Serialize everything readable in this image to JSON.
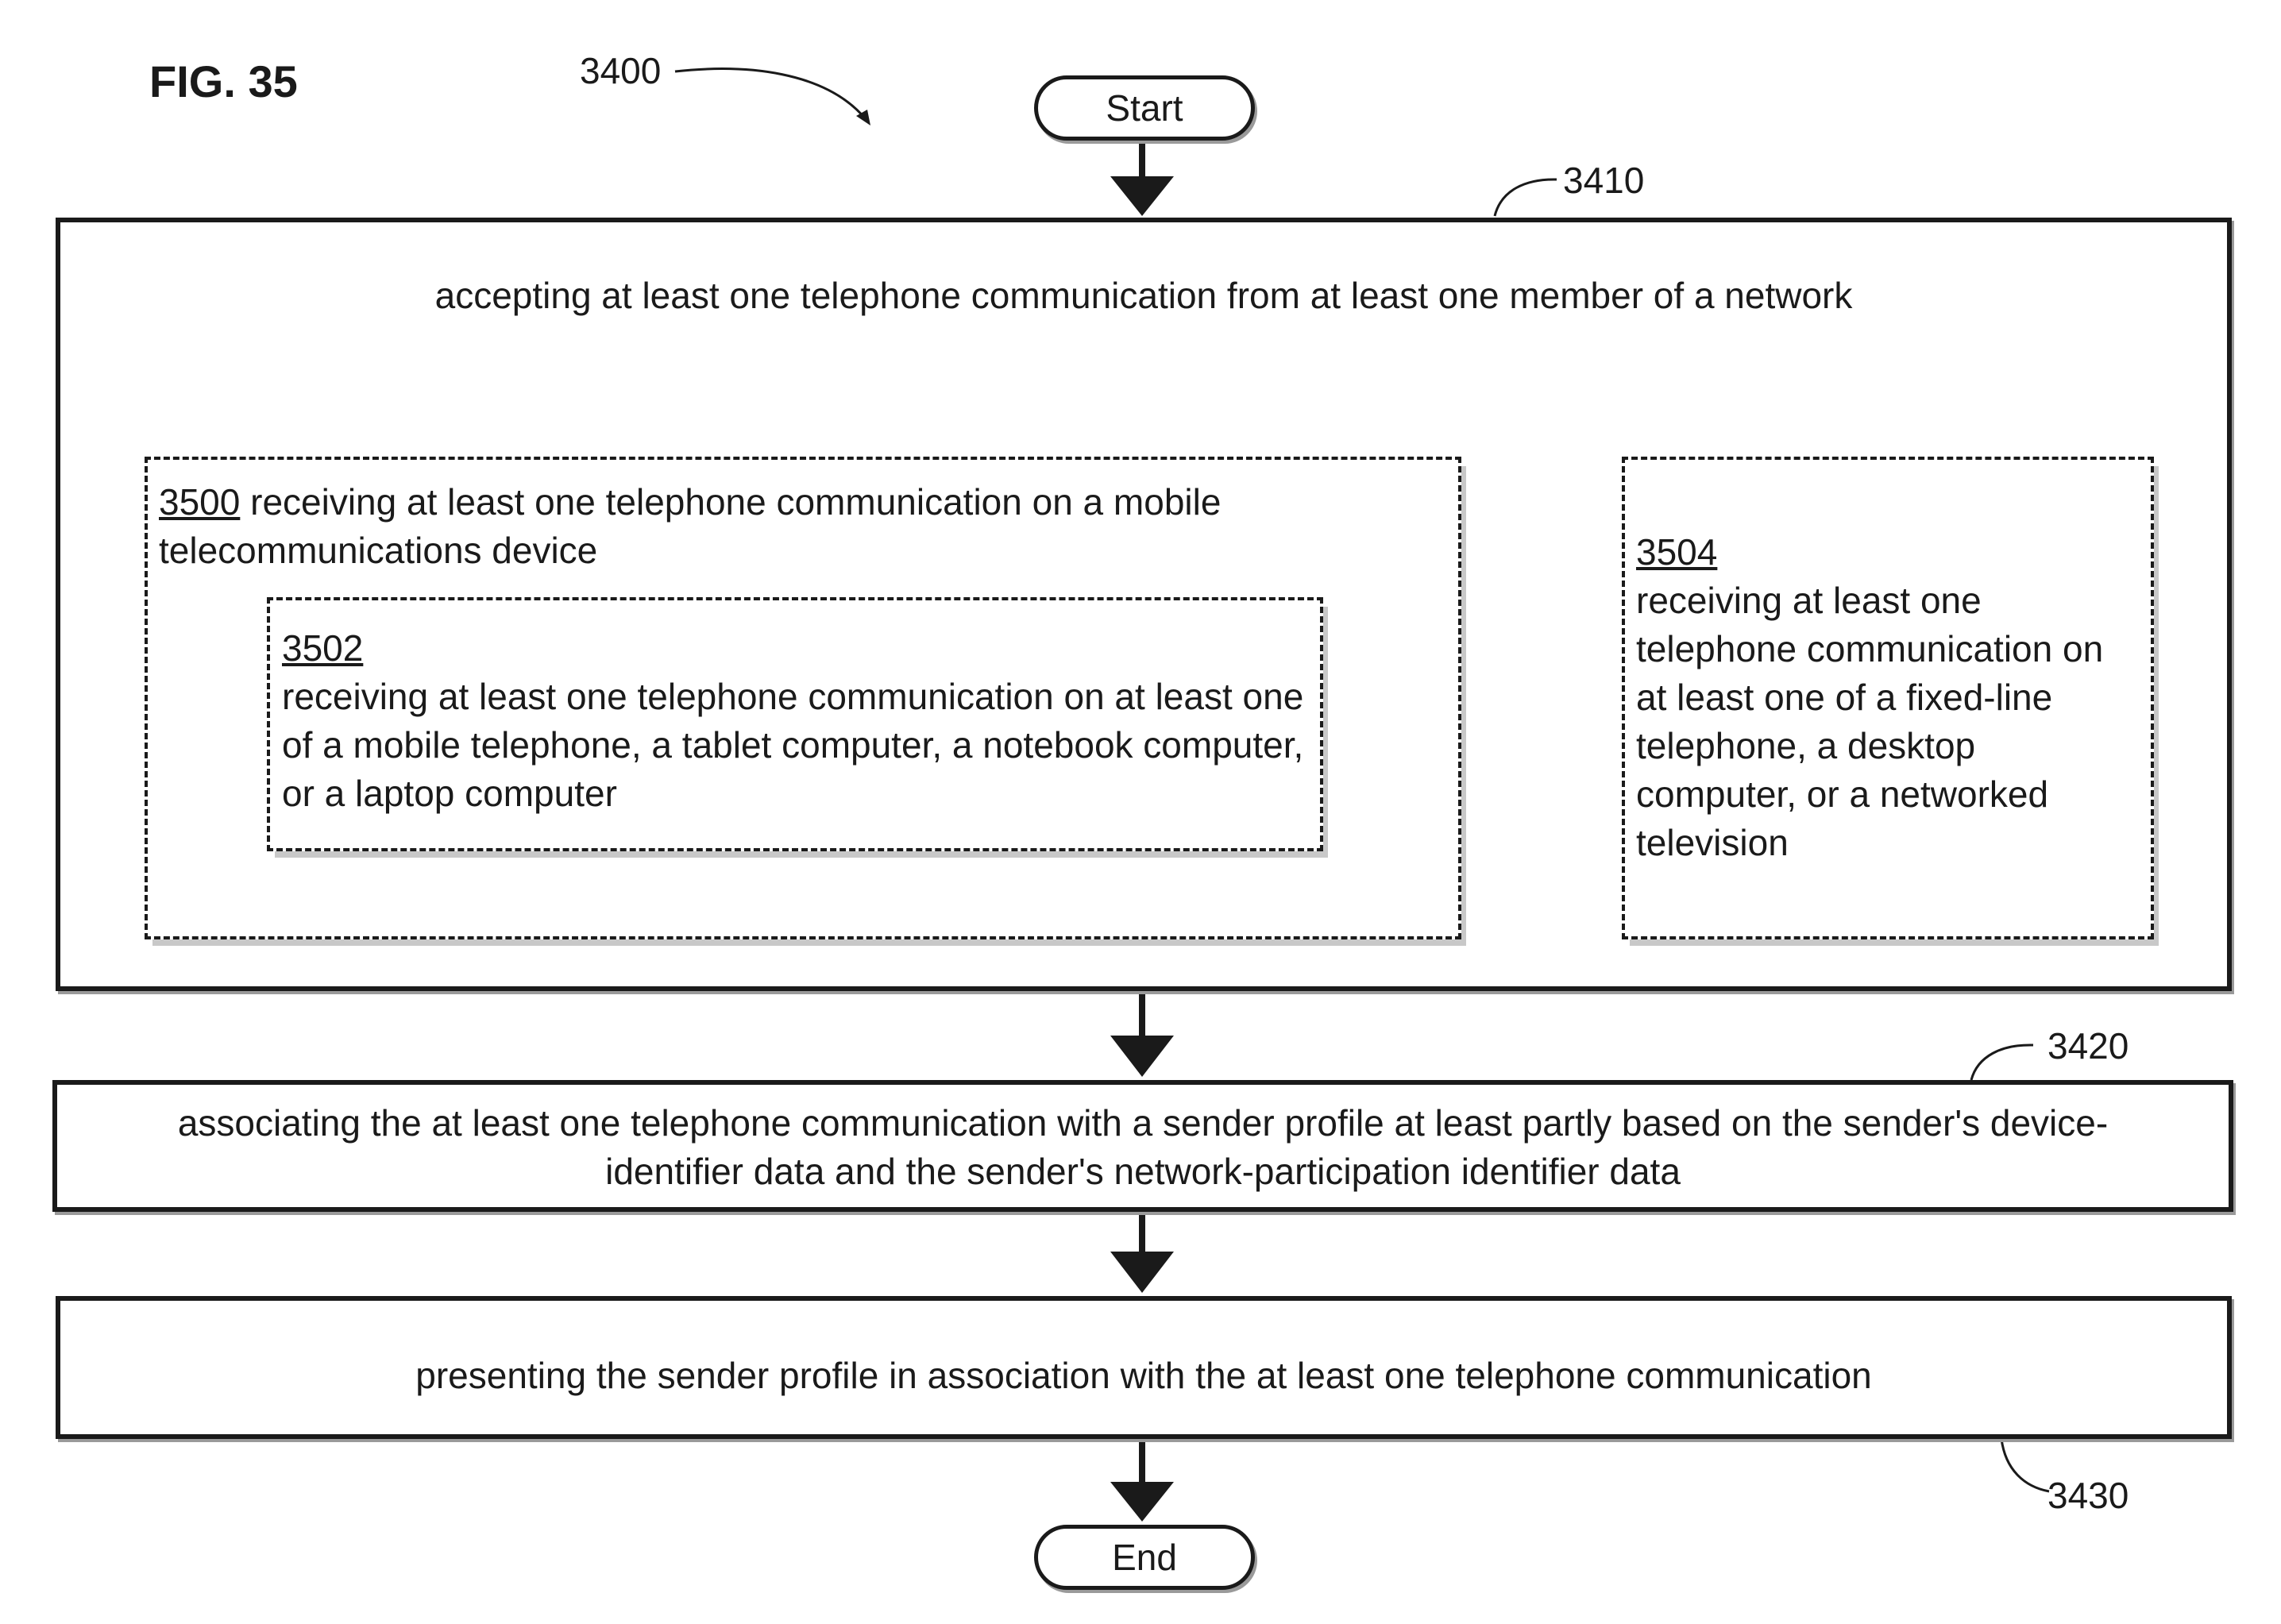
{
  "figure": {
    "label": "FIG. 35",
    "ref": "3400"
  },
  "start_label": "Start",
  "end_label": "End",
  "step_3410": {
    "ref": "3410",
    "text": "accepting at least one telephone communication from at least one member of a network",
    "sub_3500": {
      "ref": "3500",
      "text_line1": "receiving at least one telephone communication on a mobile",
      "text_line2": "telecommunications device",
      "sub_3502": {
        "ref": "3502",
        "text": "receiving at least one telephone communication on at least one of a mobile telephone, a tablet computer, a notebook computer, or a laptop computer"
      }
    },
    "sub_3504": {
      "ref": "3504",
      "text": "receiving at least one telephone communication on at least one of a fixed-line telephone, a desktop computer, or a networked television"
    }
  },
  "step_3420": {
    "ref": "3420",
    "text_line1": "associating the at least one telephone communication with a sender profile at least partly based on the sender's device-",
    "text_line2": "identifier data and the sender's network-participation identifier data"
  },
  "step_3430": {
    "ref": "3430",
    "text": "presenting the sender profile in association with the at least one telephone communication"
  }
}
